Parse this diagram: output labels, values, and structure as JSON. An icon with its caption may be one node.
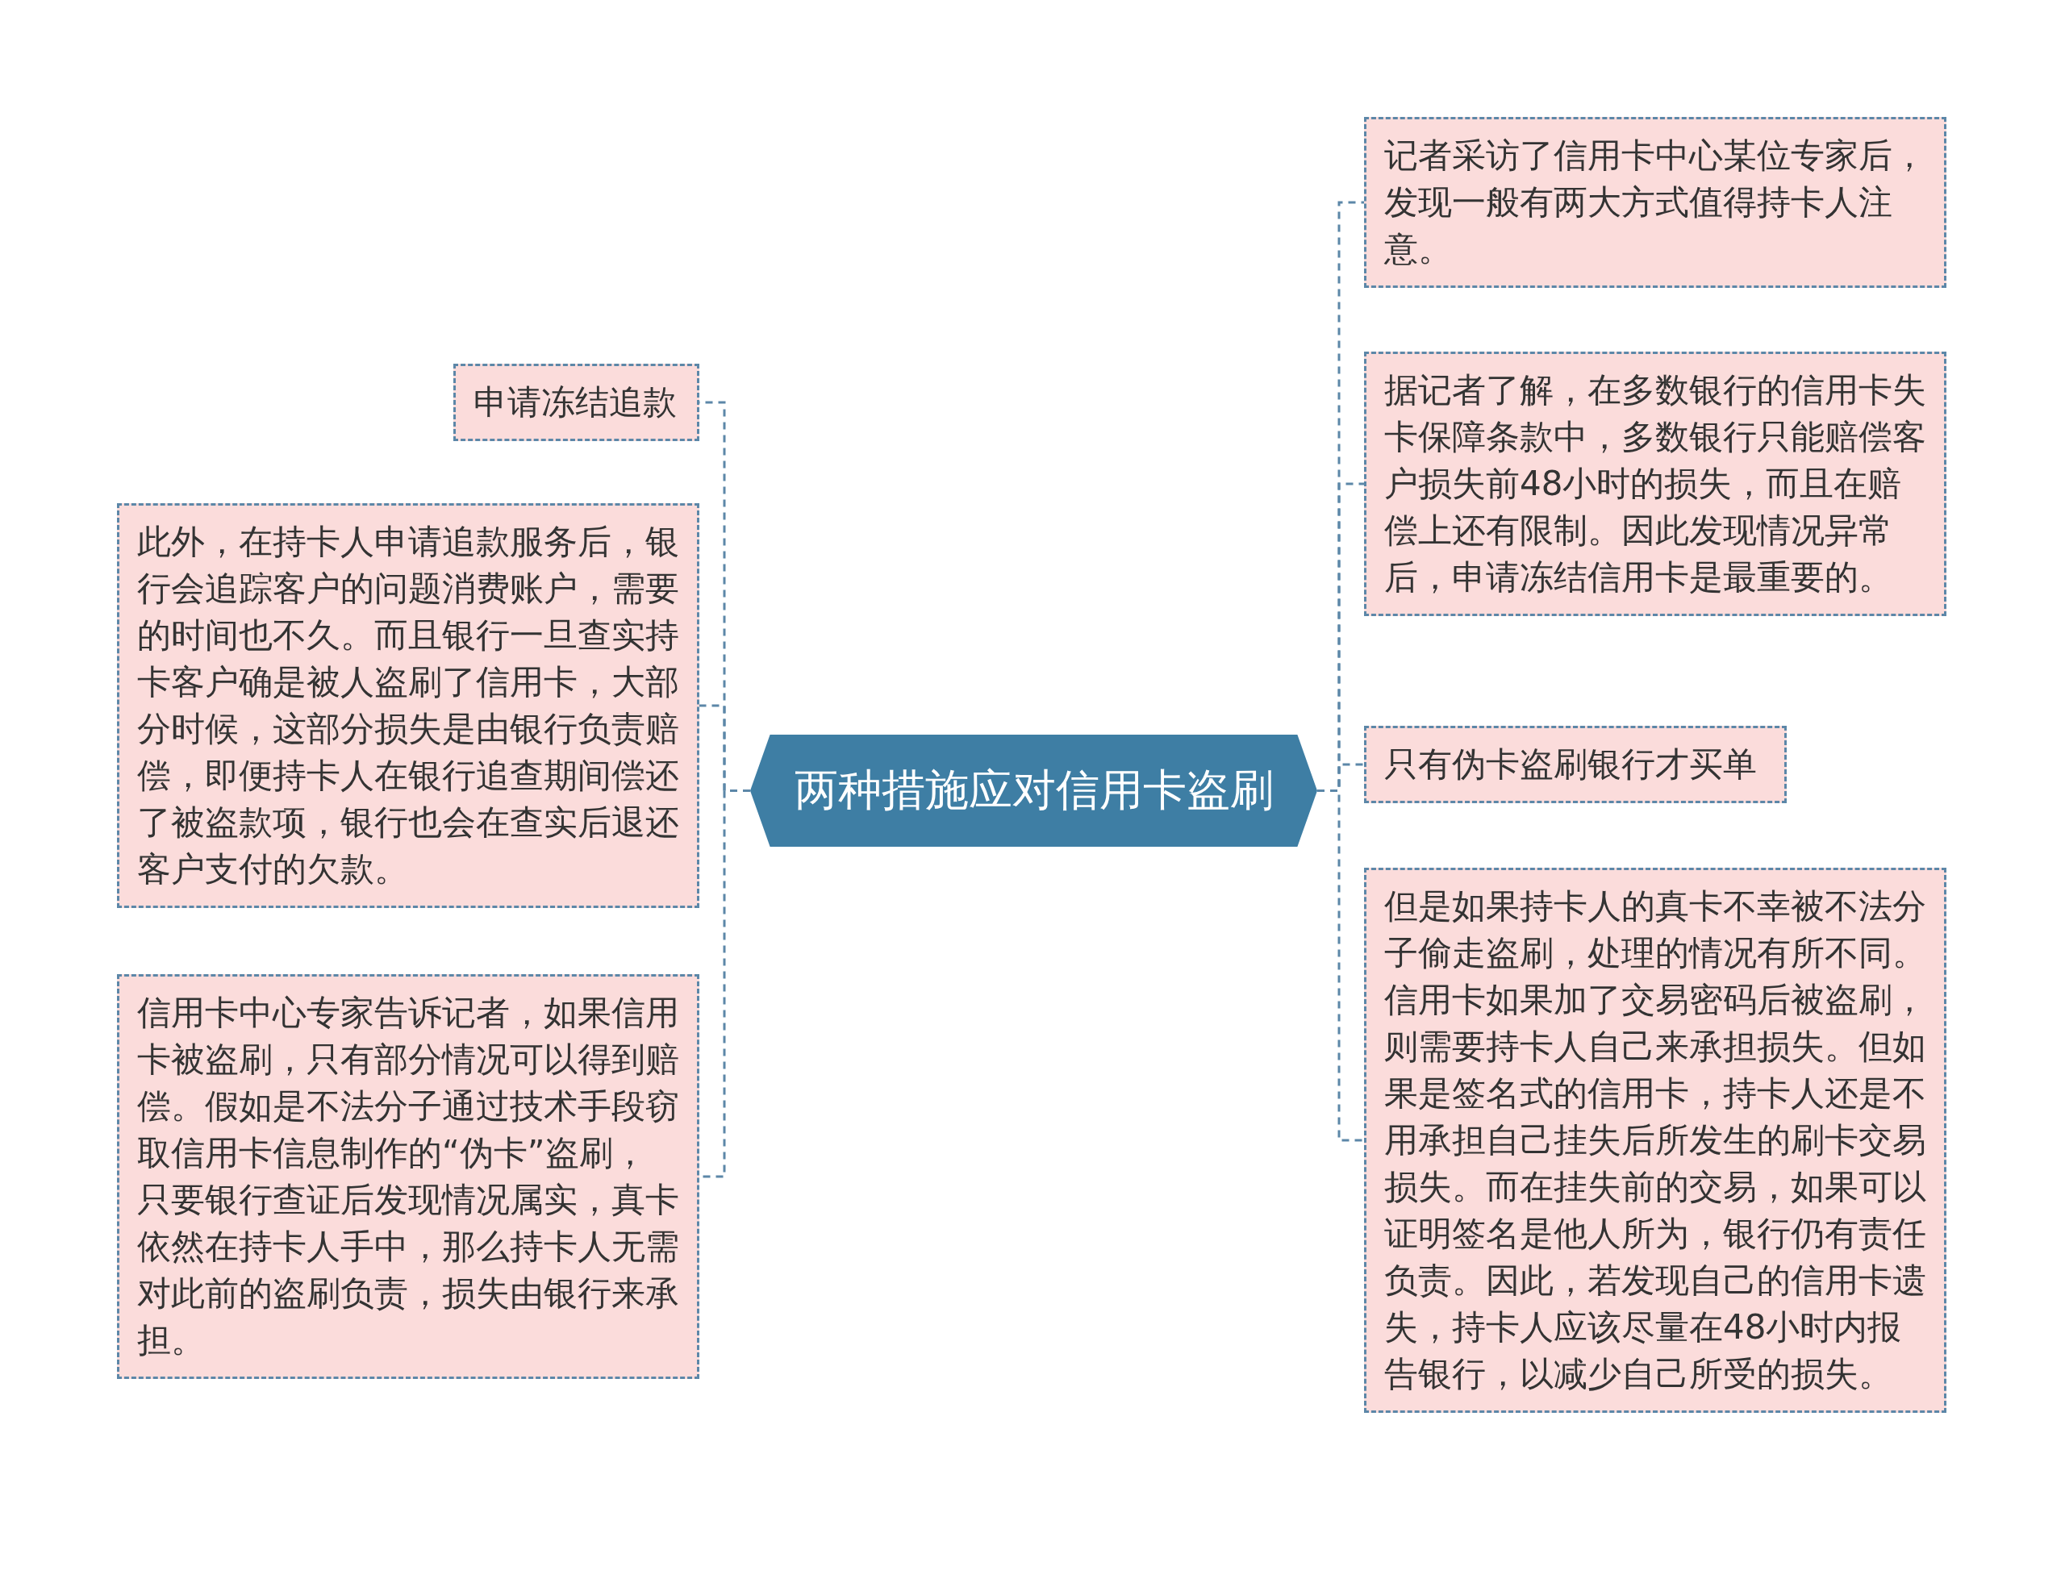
{
  "diagram": {
    "nodes": [
      {
        "text": [
          "两种措施应对信用卡盗刷"
        ]
      },
      {
        "text": [
          "申请冻结追款"
        ]
      },
      {
        "text": [
          "此外，在持卡人申请追款服务后，银行会追踪客户的问题消费账户，需要的时间也不久。而且银行一旦查实持卡客户确是被人盗刷了信用卡，大部分时候，这部分损失是由银行负责赔偿，即便持卡人在银行追查期间偿还了被盗款项，银行也会在查实后退还客户支付的欠款。"
        ]
      },
      {
        "text": [
          "信用卡中心专家告诉记者，如果信用卡被盗刷，只有部分情况可以得到赔偿。假如是不法分子通过技术手段窃取信用卡信息制作的“伪卡”盗刷，只要银行查证后发现情况属实，真卡依然在持卡人手中，那么持卡人无需对此前的盗刷负责，损失由银行来承担。"
        ]
      },
      {
        "text": [
          "记者采访了信用卡中心某位专家后，发现一般有两大方式值得持卡人注意。"
        ]
      },
      {
        "text": [
          "据记者了解，在多数银行的信用卡失卡保障条款中，多数银行只能赔偿客户损失前48小时的损失，而且在赔偿上还有限制。因此发现情况异常后，申请冻结信用卡是最重要的。"
        ]
      },
      {
        "text": [
          "只有伪卡盗刷银行才买单"
        ]
      },
      {
        "text": [
          "但是如果持卡人的真卡不幸被不法分子偷走盗刷，处理的情况有所不同。信用卡如果加了交易密码后被盗刷，则需要持卡人自己来承担损失。但如果是签名式的信用卡，持卡人还是不用承担自己挂失后所发生的刷卡交易损失。而在挂失前的交易，如果可以证明签名是他人所为，银行仍有责任负责。因此，若发现自己的信用卡遗失，持卡人应该尽量在48小时内报告银行，以减少自己所受的损失。"
        ]
      }
    ],
    "edges": [
      {
        "from": 0,
        "to": 1,
        "arrow": "none"
      },
      {
        "from": 0,
        "to": 2,
        "arrow": "none"
      },
      {
        "from": 0,
        "to": 3,
        "arrow": "none"
      },
      {
        "from": 0,
        "to": 4,
        "arrow": "none"
      },
      {
        "from": 0,
        "to": 5,
        "arrow": "none"
      },
      {
        "from": 0,
        "to": 6,
        "arrow": "none"
      },
      {
        "from": 0,
        "to": 7,
        "arrow": "none"
      }
    ]
  }
}
